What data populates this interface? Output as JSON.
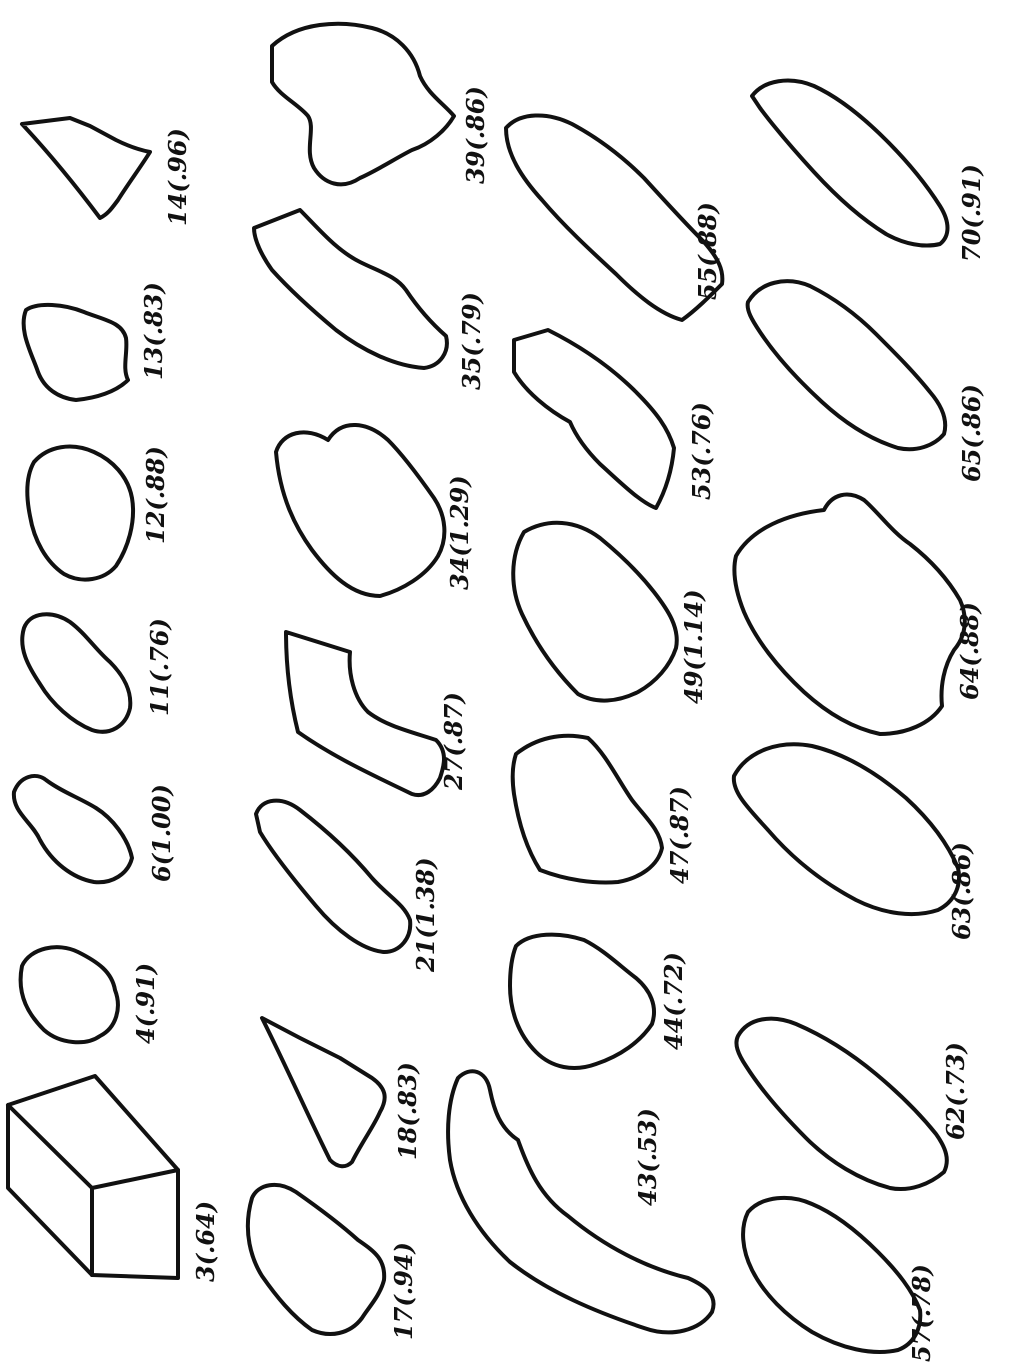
{
  "specimens": [
    {
      "id": "s3",
      "label": "3(.64)",
      "shape": "box"
    },
    {
      "id": "s4",
      "label": "4(.91)"
    },
    {
      "id": "s6",
      "label": "6(1.00)"
    },
    {
      "id": "s11",
      "label": "11(.76)"
    },
    {
      "id": "s12",
      "label": "12(.88)"
    },
    {
      "id": "s13",
      "label": "13(.83)"
    },
    {
      "id": "s14",
      "label": "14(.96)"
    },
    {
      "id": "s17",
      "label": "17(.94)"
    },
    {
      "id": "s18",
      "label": "18(.83)"
    },
    {
      "id": "s21",
      "label": "21(1.38)"
    },
    {
      "id": "s27",
      "label": "27(.87)"
    },
    {
      "id": "s34",
      "label": "34(1.29)"
    },
    {
      "id": "s35",
      "label": "35(.79)"
    },
    {
      "id": "s39",
      "label": "39(.86)"
    },
    {
      "id": "s43",
      "label": "43(.53)"
    },
    {
      "id": "s44",
      "label": "44(.72)"
    },
    {
      "id": "s47",
      "label": "47(.87)"
    },
    {
      "id": "s49",
      "label": "49(1.14)"
    },
    {
      "id": "s53",
      "label": "53(.76)"
    },
    {
      "id": "s55",
      "label": "55(.88)"
    },
    {
      "id": "s57",
      "label": "57(.78)"
    },
    {
      "id": "s62",
      "label": "62(.73)"
    },
    {
      "id": "s63",
      "label": "63(.86)"
    },
    {
      "id": "s64",
      "label": "64(.88)"
    },
    {
      "id": "s65",
      "label": "65(.86)"
    },
    {
      "id": "s70",
      "label": "70(.91)"
    }
  ]
}
